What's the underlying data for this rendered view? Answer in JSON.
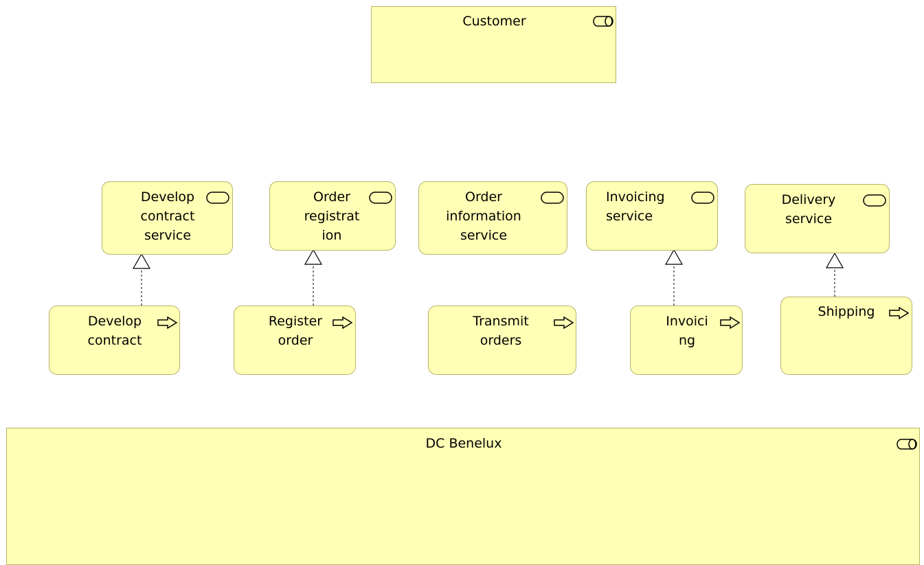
{
  "actors": {
    "customer": {
      "label": "Customer",
      "icon": "business-role-icon"
    },
    "dc_benelux": {
      "label": "DC Benelux",
      "icon": "business-role-icon"
    }
  },
  "services": {
    "develop_contract": {
      "label": "Develop\ncontract\nservice",
      "icon": "business-service-icon"
    },
    "order_registration": {
      "label": "Order\nregistrat\nion",
      "icon": "business-service-icon"
    },
    "order_information": {
      "label": "Order\ninformation\nservice",
      "icon": "business-service-icon"
    },
    "invoicing": {
      "label": "Invoicing\nservice",
      "icon": "business-service-icon"
    },
    "delivery": {
      "label": "Delivery\nservice",
      "icon": "business-service-icon"
    }
  },
  "processes": {
    "develop_contract": {
      "label": "Develop\ncontract",
      "icon": "business-process-icon"
    },
    "register_order": {
      "label": "Register\norder",
      "icon": "business-process-icon"
    },
    "transmit_orders": {
      "label": "Transmit\norders",
      "icon": "business-process-icon"
    },
    "invoicing": {
      "label": "Invoici\nng",
      "icon": "business-process-icon"
    },
    "shipping": {
      "label": "Shipping",
      "icon": "business-process-icon"
    }
  },
  "relations": [
    {
      "type": "realization",
      "from": "Develop contract",
      "to": "Develop contract service"
    },
    {
      "type": "realization",
      "from": "Register order",
      "to": "Order registration"
    },
    {
      "type": "realization",
      "from": "Invoicing",
      "to": "Invoicing service"
    },
    {
      "type": "realization",
      "from": "Shipping",
      "to": "Delivery service"
    }
  ],
  "colors": {
    "fill": "#ffffb5",
    "border": "#b8b36a"
  }
}
